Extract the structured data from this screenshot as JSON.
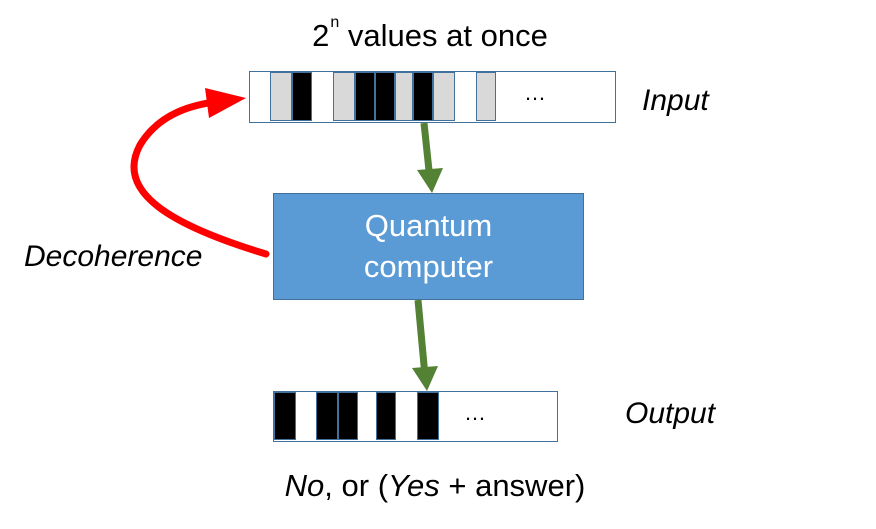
{
  "title": {
    "base": "2",
    "superscript": "n",
    "rest": " values at once"
  },
  "labels": {
    "input": "Input",
    "output": "Output",
    "decoherence": "Decoherence"
  },
  "quantum_box": {
    "line1": "Quantum",
    "line2": "computer"
  },
  "input_register": {
    "ellipsis": "…"
  },
  "output_register": {
    "ellipsis": "…"
  },
  "bottom_caption": {
    "no": "No",
    "comma_or": ", or (",
    "yes": "Yes",
    "rest": " + answer)"
  },
  "colors": {
    "box_fill": "#5b9bd5",
    "box_border": "#41719c",
    "arrow_green": "#548235",
    "decoherence_red": "#ff0000"
  },
  "icons": [
    "down-arrow-icon",
    "curved-arrow-icon"
  ]
}
